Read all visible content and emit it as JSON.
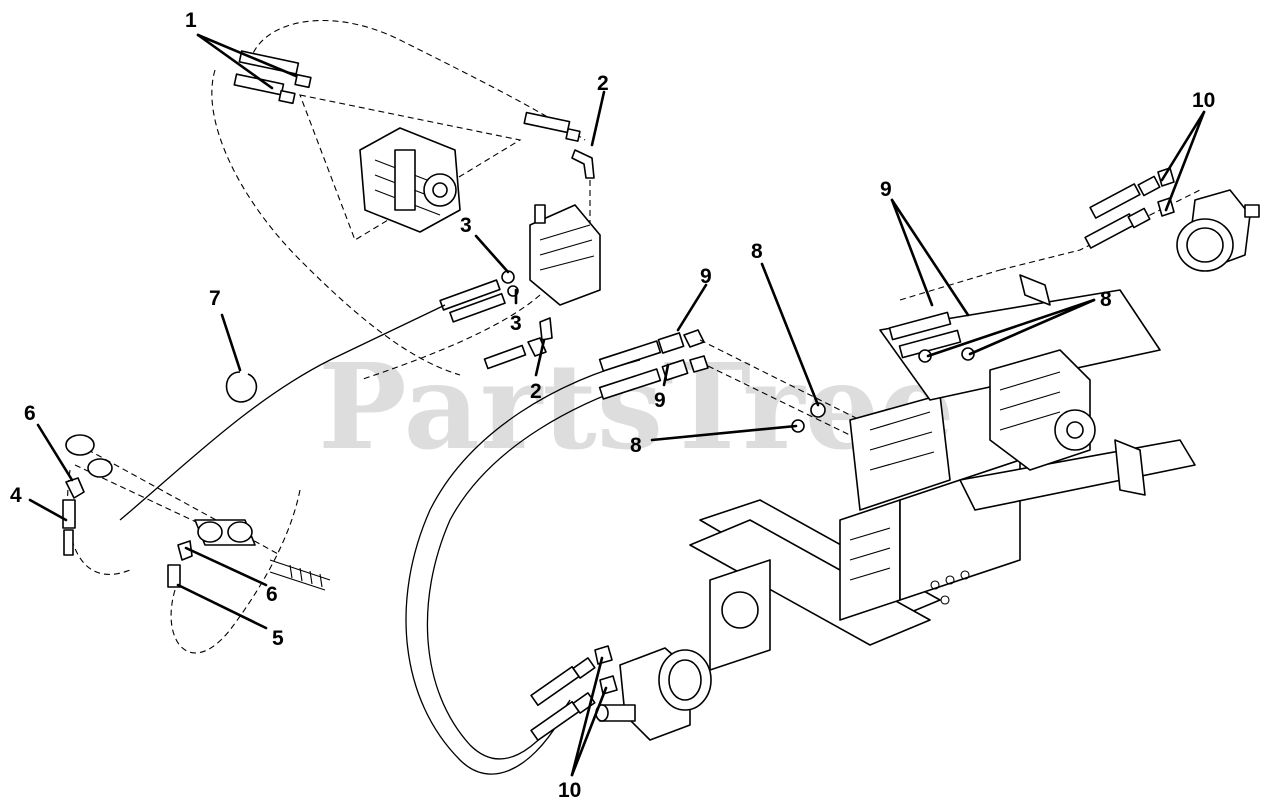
{
  "watermark": "PartsTree",
  "callouts": {
    "c1": "1",
    "c2a": "2",
    "c2b": "2",
    "c3a": "3",
    "c3b": "3",
    "c4": "4",
    "c5": "5",
    "c6a": "6",
    "c6b": "6",
    "c7": "7",
    "c8a": "8",
    "c8b": "8",
    "c8c": "8",
    "c9a": "9",
    "c9b": "9",
    "c9c": "9",
    "c10a": "10",
    "c10b": "10"
  }
}
